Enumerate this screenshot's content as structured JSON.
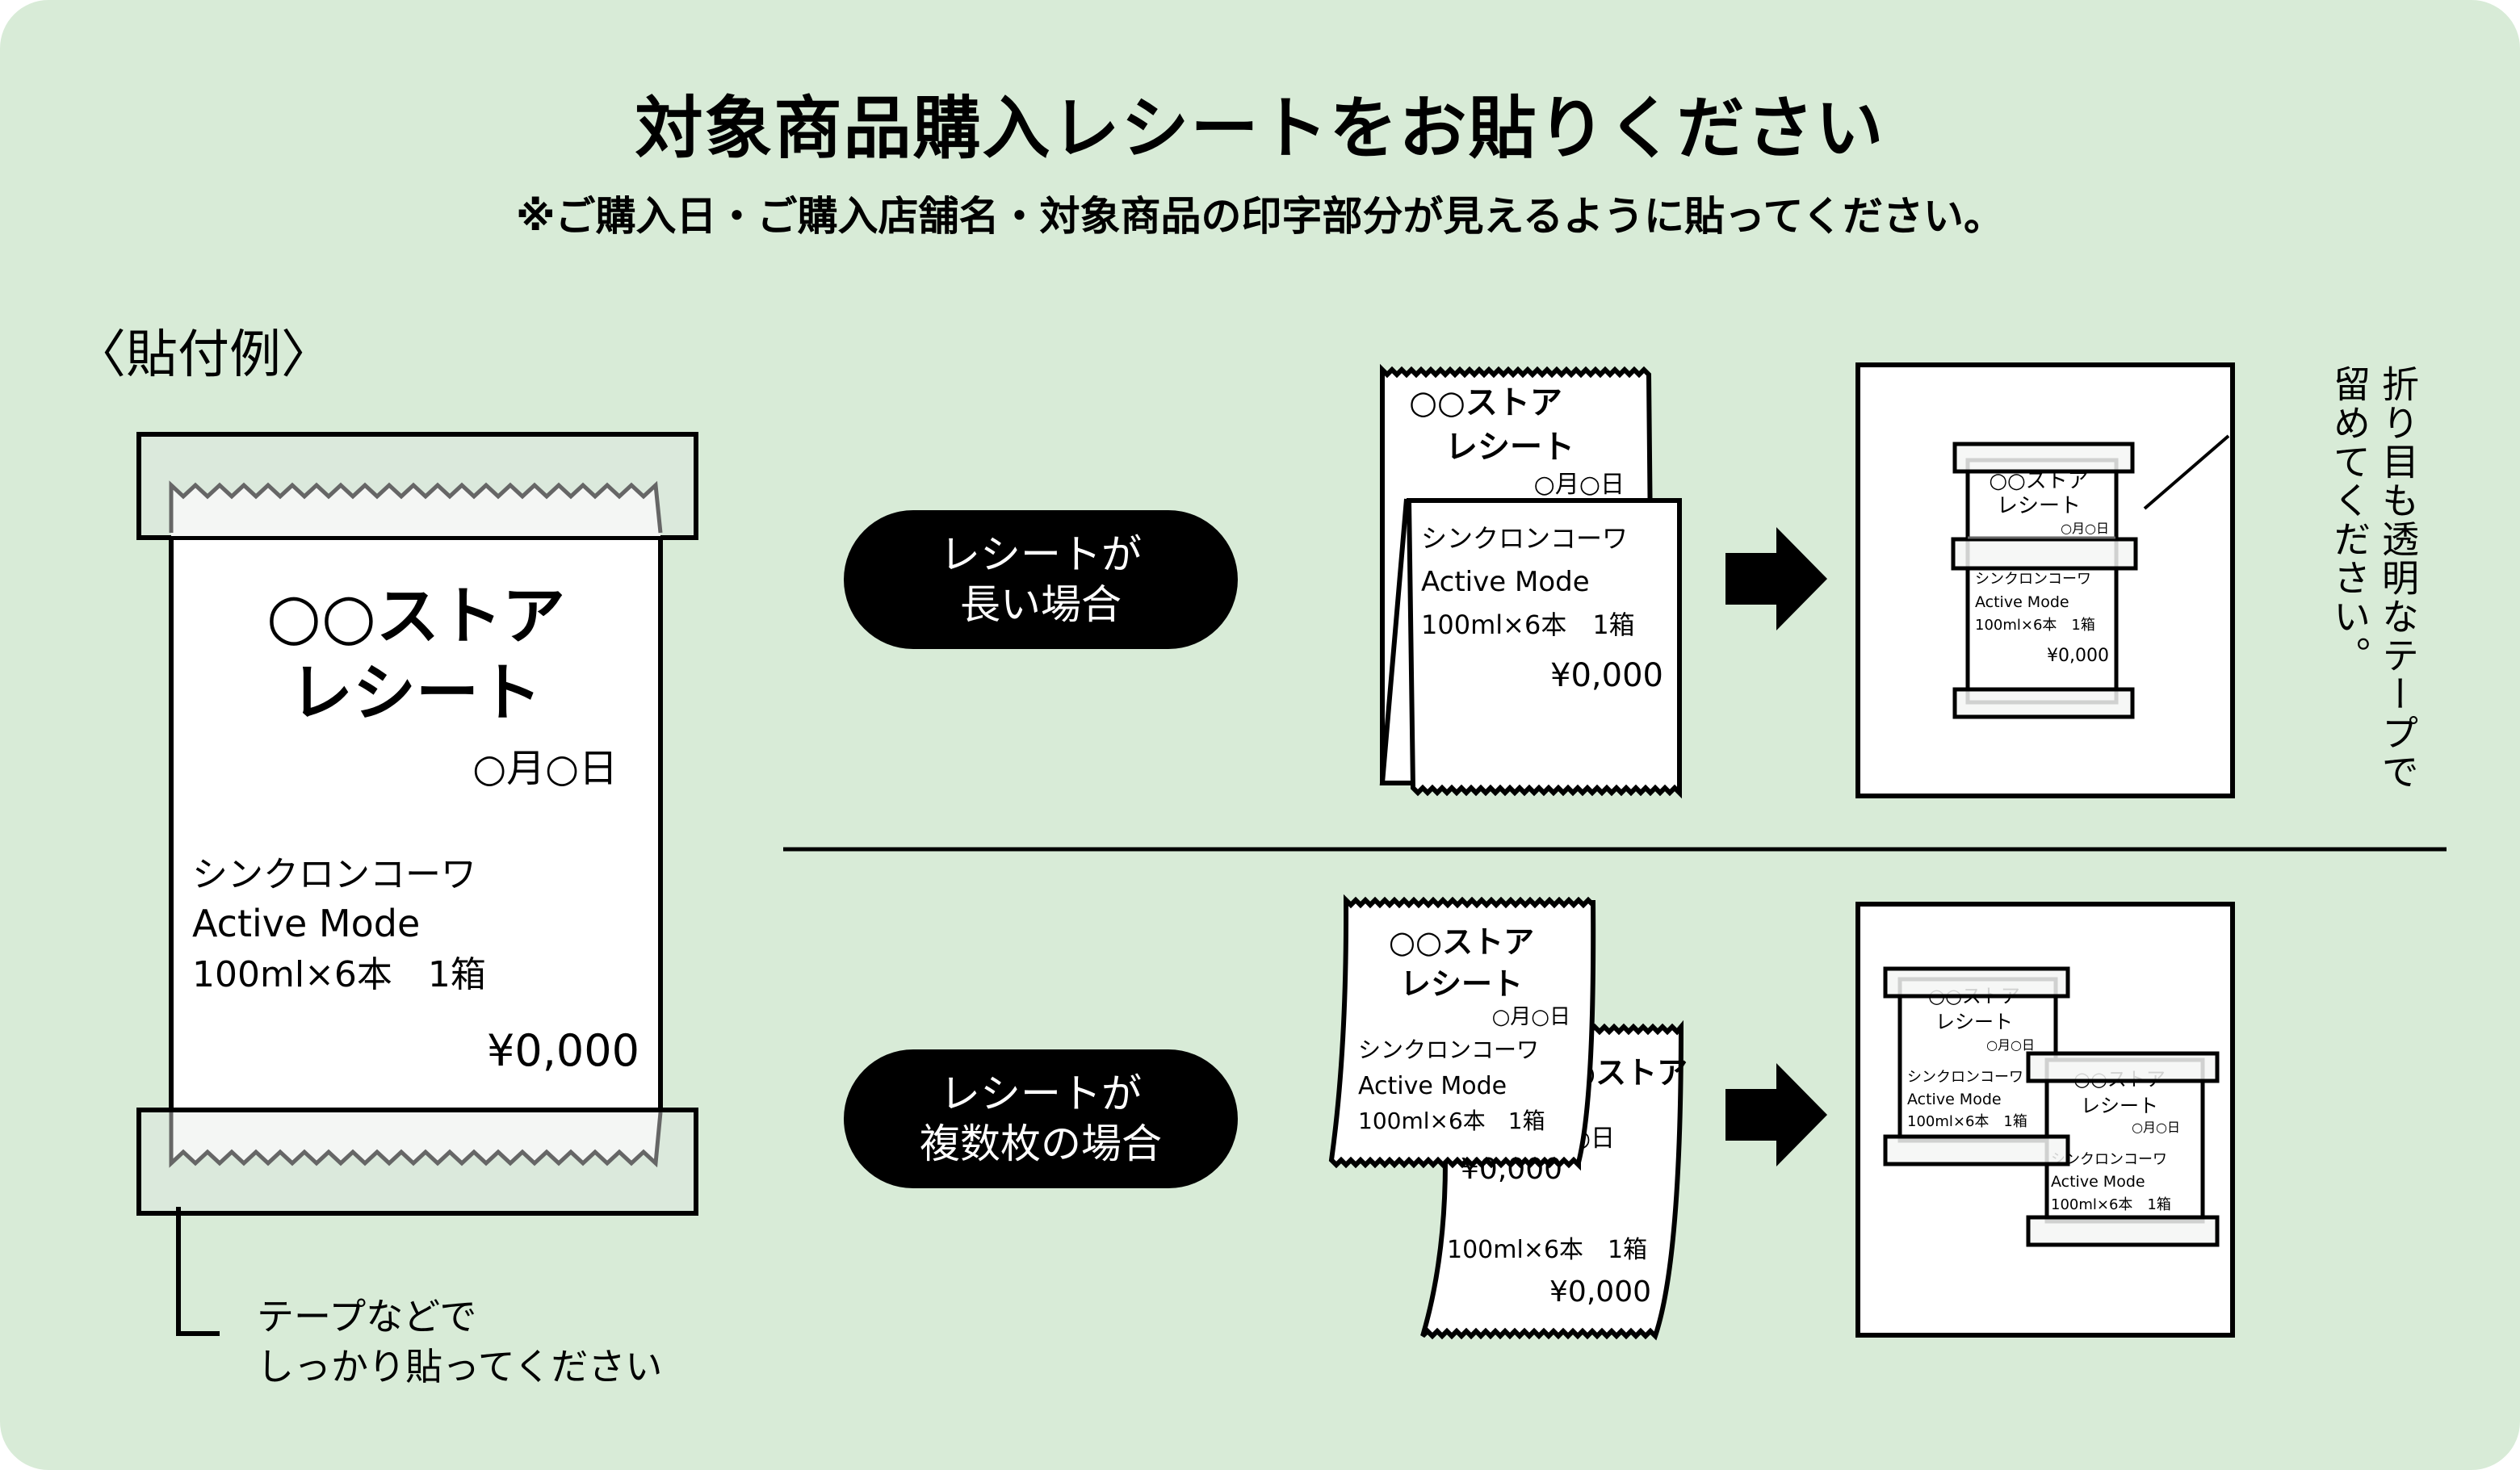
{
  "header": {
    "title": "対象商品購入レシートをお貼りください",
    "subtitle": "※ご購入日・ご購入店舗名・対象商品の印字部分が見えるように貼ってください。"
  },
  "example": {
    "label": "〈貼付例〉",
    "tape_note_line1": "テープなどで",
    "tape_note_line2": "しっかり貼ってください"
  },
  "receipt": {
    "store_line1": "○○ストア",
    "store_line2": "レシート",
    "date": "○月○日",
    "maker": "シンクロンコーワ",
    "product": "Active Mode",
    "quantity": "100ml×6本　1箱",
    "price": "¥0,000"
  },
  "cases": [
    {
      "label_line1": "レシートが",
      "label_line2": "長い場合",
      "side_note": "折り目も透明なテープで留めてください。"
    },
    {
      "label_line1": "レシートが",
      "label_line2": "複数枚の場合"
    }
  ],
  "icons": {
    "arrow": "right-arrow-icon"
  },
  "colors": {
    "background": "#d8ebd7",
    "tape_fill": "#dbe9dc",
    "tape_edge": "#666666",
    "paper": "#ffffff",
    "ink": "#000000"
  }
}
